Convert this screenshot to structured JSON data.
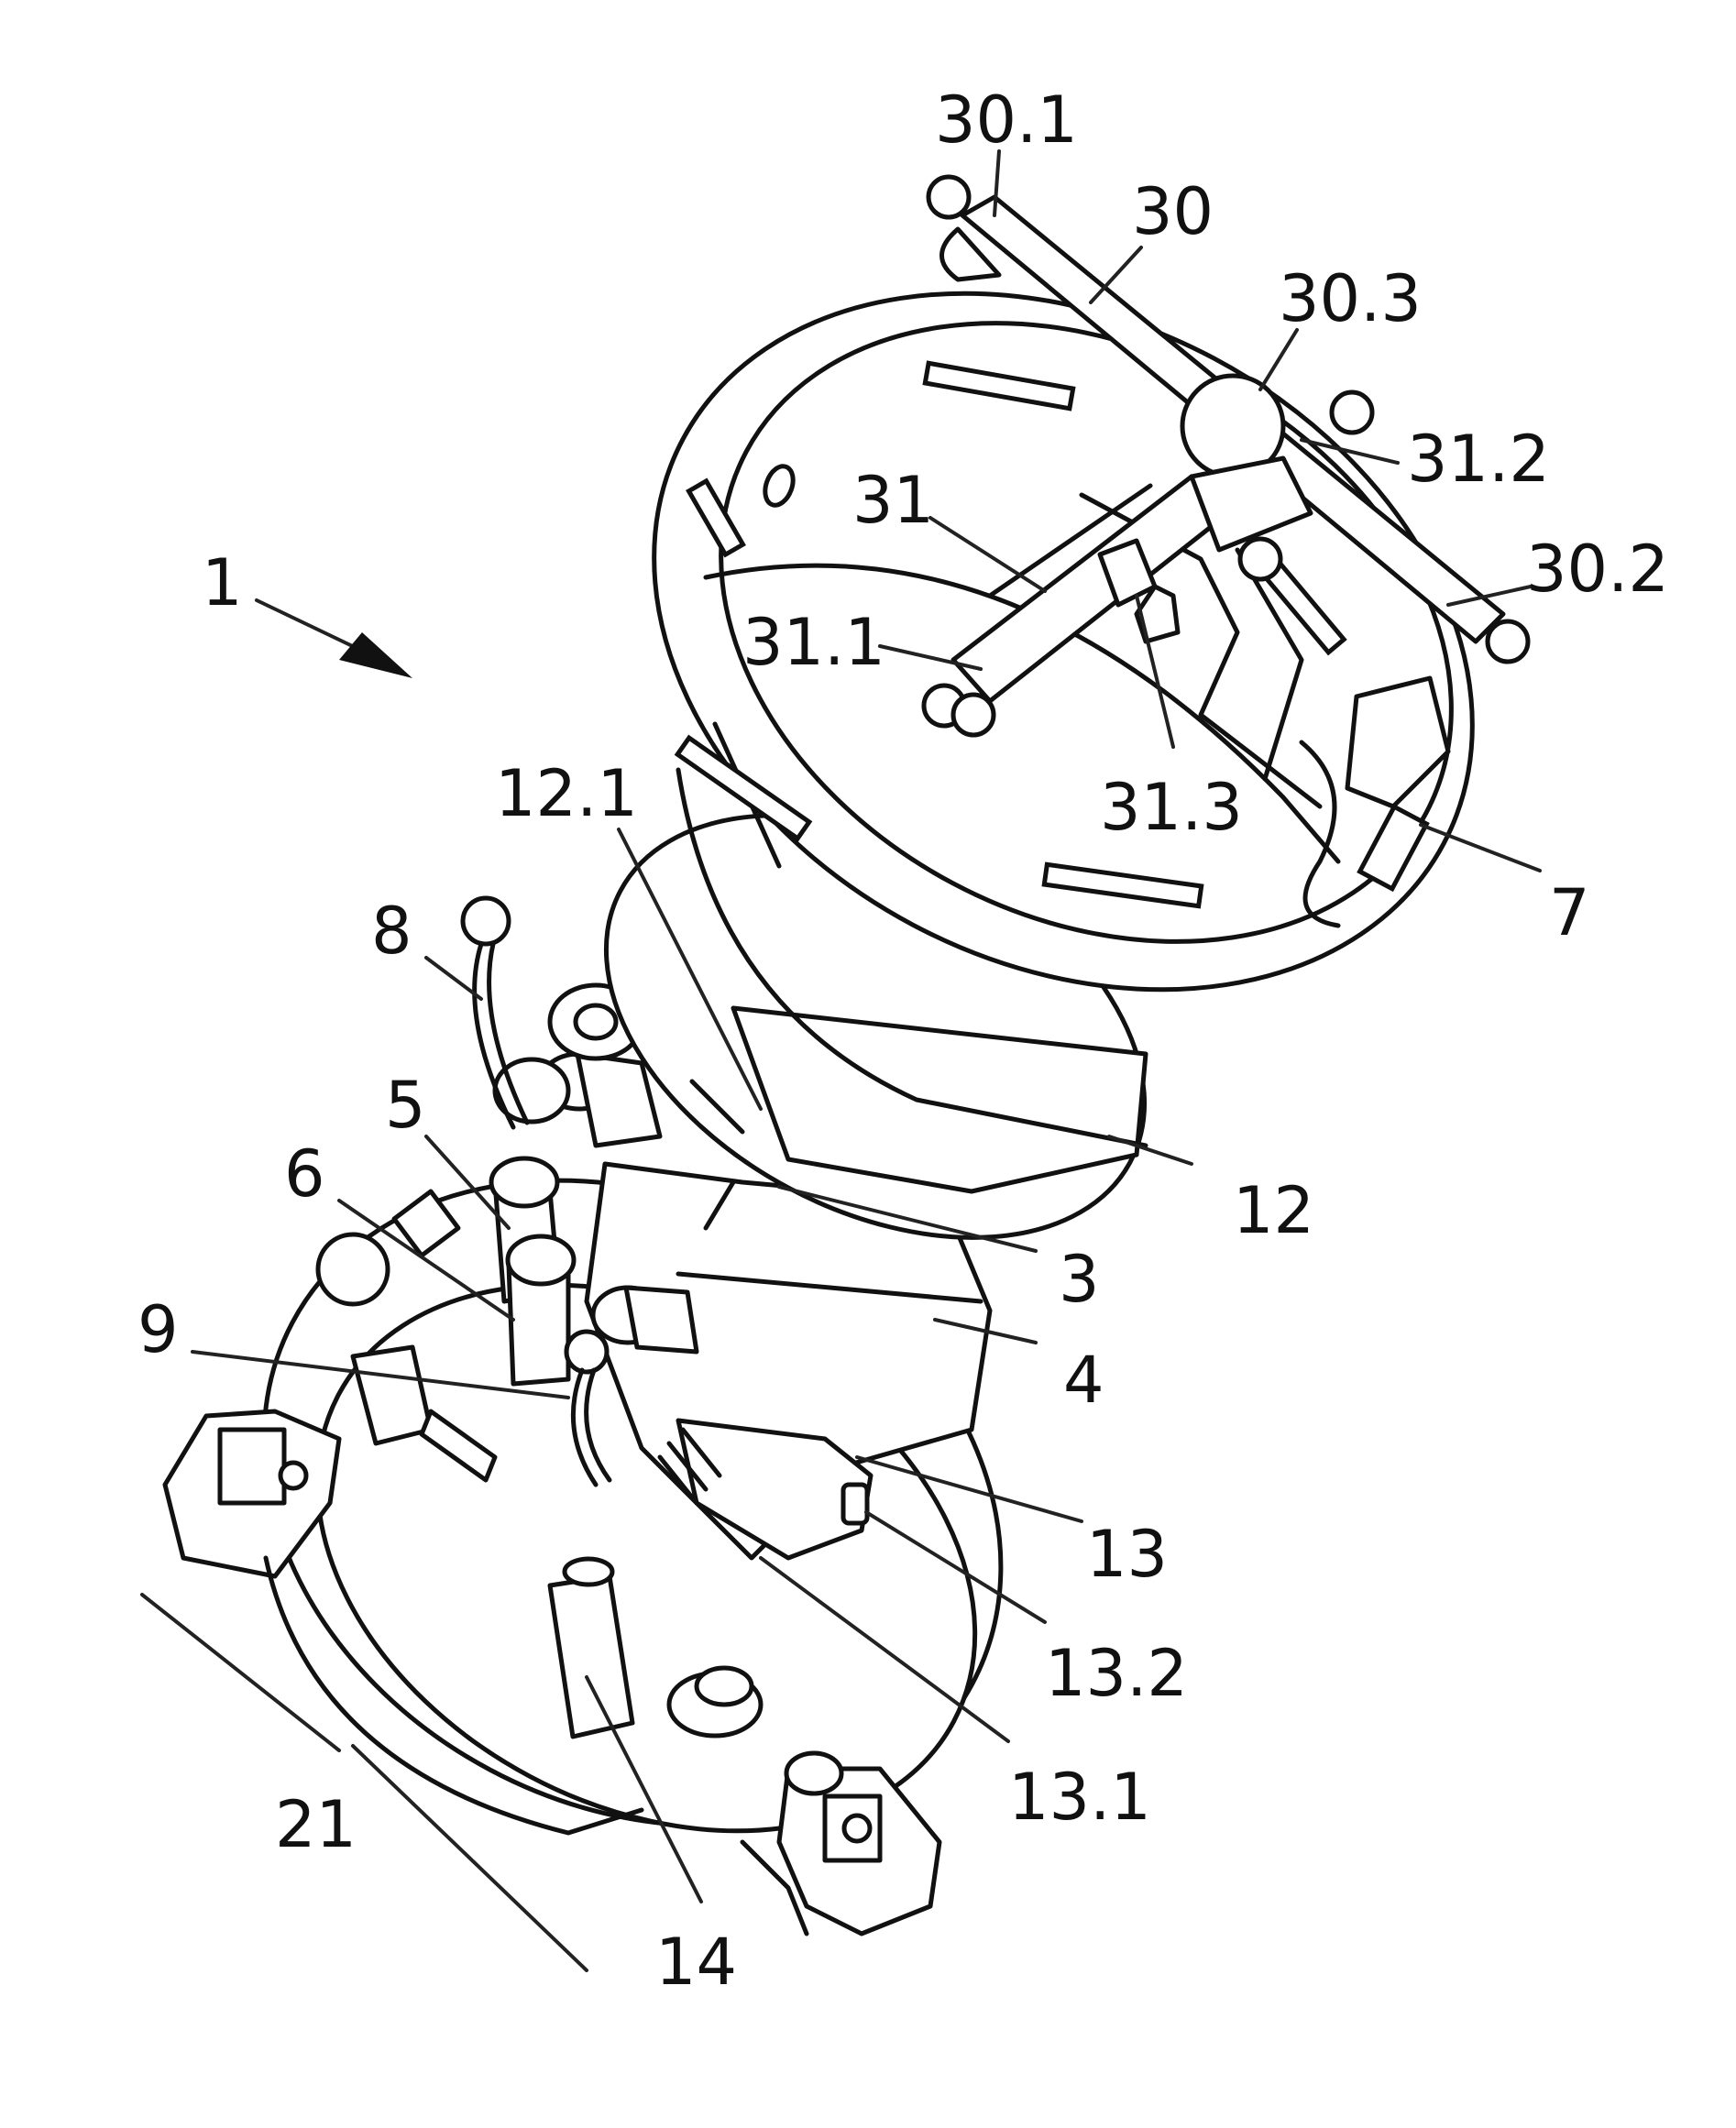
{
  "labels": {
    "l1": "1",
    "l3": "3",
    "l4": "4",
    "l5": "5",
    "l6": "6",
    "l7": "7",
    "l8": "8",
    "l9": "9",
    "l12": "12",
    "l12_1": "12.1",
    "l13": "13",
    "l13_1": "13.1",
    "l13_2": "13.2",
    "l14": "14",
    "l21": "21",
    "l30": "30",
    "l30_1": "30.1",
    "l30_2": "30.2",
    "l30_3": "30.3",
    "l31": "31",
    "l31_1": "31.1",
    "l31_2": "31.2",
    "l31_3": "31.3"
  }
}
